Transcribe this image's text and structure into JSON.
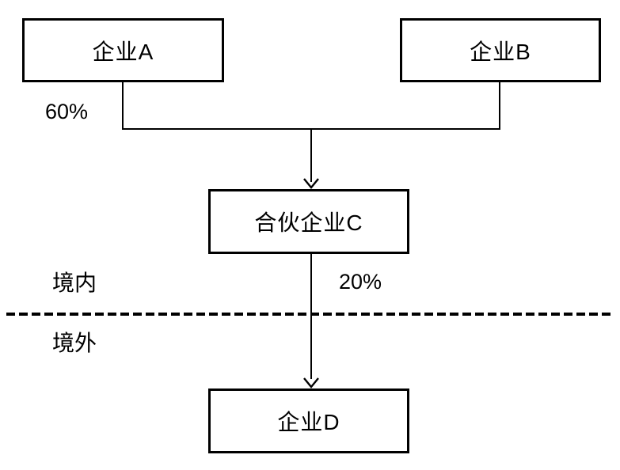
{
  "diagram": {
    "colors": {
      "line": "#000000",
      "background": "#ffffff",
      "text": "#000000"
    },
    "nodes": [
      {
        "label": "企业A"
      },
      {
        "label": "企业B"
      },
      {
        "label": "合伙企业C"
      },
      {
        "label": "企业D"
      }
    ],
    "edges": {
      "a_to_c_share": "60%",
      "c_to_d_share": "20%"
    },
    "regions": {
      "domestic": "境内",
      "overseas": "境外"
    }
  }
}
